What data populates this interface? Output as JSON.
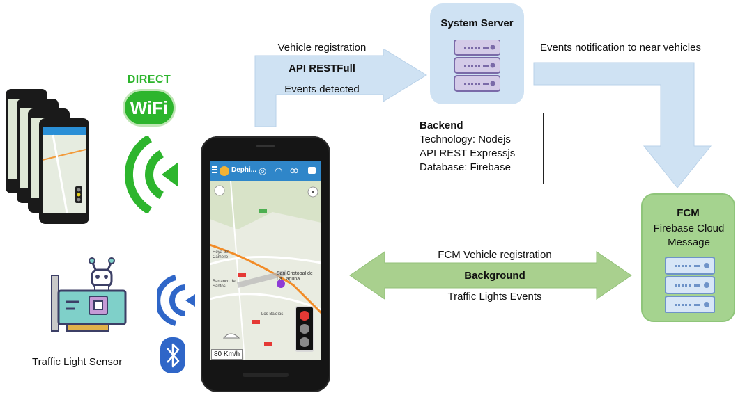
{
  "top_arrow": {
    "label_top": "Vehicle registration",
    "label_mid": "API RESTFull",
    "label_bottom": "Events detected"
  },
  "server": {
    "title": "System Server"
  },
  "backend": {
    "title": "Backend",
    "lines": [
      "Technology: Nodejs",
      "API REST Expressjs",
      "Database: Firebase"
    ]
  },
  "notify_arrow": {
    "label": "Events notification to near vehicles"
  },
  "fcm": {
    "title": "FCM",
    "subtitle": "Firebase Cloud Message"
  },
  "bottom_arrow": {
    "label_top": "FCM Vehicle registration",
    "label_mid": "Background",
    "label_bottom": "Traffic Lights Events"
  },
  "wifi": {
    "top": "DIRECT",
    "bottom": "WiFi"
  },
  "sensor": {
    "label": "Traffic Light Sensor"
  },
  "phone": {
    "app_name": "Dephi...",
    "speed": "80 Km/h",
    "map_labels": [
      "San Cristóbal de La Laguna",
      "Hoya del Camello",
      "Los Baldíos",
      "Barranco de Santos"
    ]
  },
  "colors": {
    "server_bg": "#cfe2f3",
    "fcm_bg": "#a5d38f",
    "blue_arrow": "#cfe2f3",
    "green_arrow": "#a9d08e",
    "wifi_green": "#2db52d",
    "bt_blue": "#2f66c8"
  }
}
